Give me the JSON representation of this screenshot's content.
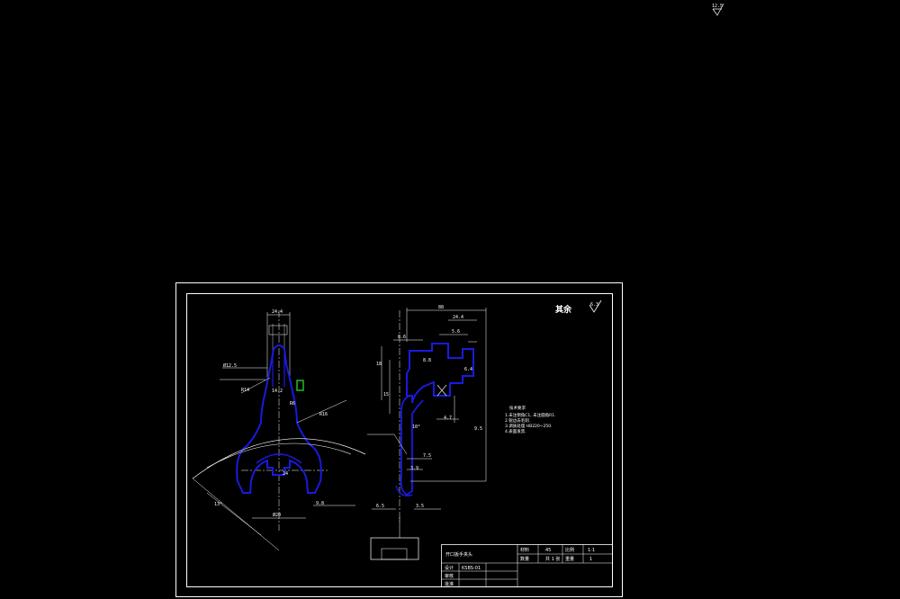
{
  "colors": {
    "background": "#000000",
    "line": "#ffffff",
    "profile": "#1a1adf",
    "highlight": "#22cc22"
  },
  "roughness_top": "12.5",
  "roughness_rest_label": "其余",
  "roughness_rest_value": "6.3",
  "notes": {
    "title": "技术要求",
    "items": [
      "1.未注倒角C1, 未注圆角R1.",
      "2.锐边去毛刺.",
      "3.调质处理 HB220~250.",
      "4.表面发黑."
    ]
  },
  "front_view_dims": [
    "24.4",
    "Ø12.5",
    "R14",
    "14.2",
    "R6",
    "R16",
    "24",
    "9.8",
    "Ø20",
    "13°"
  ],
  "side_view_dims": [
    "88",
    "24.4",
    "8.6",
    "5.6",
    "8.8",
    "18",
    "15",
    "6.4",
    "4.7",
    "7.5",
    "3.9",
    "6.5",
    "10°",
    "3.5",
    "9.5"
  ],
  "title_block": {
    "part_name": "开口扳手夹头",
    "material_label": "材料",
    "material_value": "45",
    "scale_label": "比例",
    "scale_value": "1:1",
    "sheet_label": "共 1 张",
    "qty_label": "数量",
    "qty_value": "1",
    "weight_label": "重量",
    "designer_label": "设计",
    "checker_label": "审核",
    "approver_label": "批准",
    "drawing_no": "KSBS-01"
  }
}
